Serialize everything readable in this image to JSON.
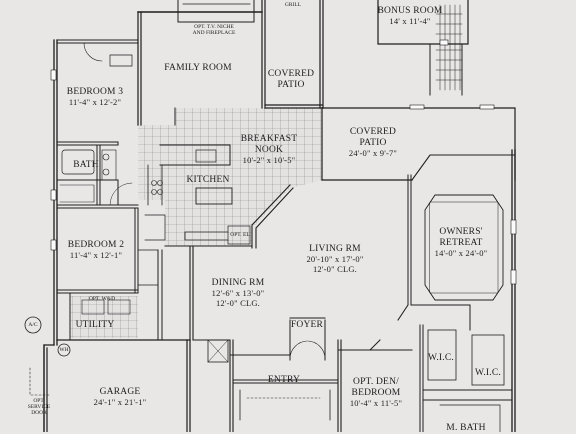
{
  "rooms": {
    "bonus": {
      "name": "BONUS ROOM",
      "dim": "14' x 11'-4\""
    },
    "family": {
      "name": "FAMILY ROOM"
    },
    "covered_patio_top": {
      "name_line1": "COVERED",
      "name_line2": "PATIO"
    },
    "bedroom3": {
      "name": "BEDROOM 3",
      "dim": "11'-4\" x 12'-2\""
    },
    "bath": {
      "name": "BATH"
    },
    "breakfast": {
      "name_line1": "BREAKFAST",
      "name_line2": "NOOK",
      "dim": "10'-2\" x 10'-5\""
    },
    "covered_patio_right": {
      "name_line1": "COVERED",
      "name_line2": "PATIO",
      "dim": "24'-0\" x 9'-7\""
    },
    "kitchen": {
      "name": "KITCHEN"
    },
    "owners": {
      "name_line1": "OWNERS'",
      "name_line2": "RETREAT",
      "dim": "14'-0\" x 24'-0\""
    },
    "bedroom2": {
      "name": "BEDROOM 2",
      "dim": "11'-4\" x 12'-1\""
    },
    "living": {
      "name": "LIVING RM",
      "dim": "20'-10\" x 17'-0\"",
      "clg": "12'-0\" CLG."
    },
    "dining": {
      "name": "DINING RM",
      "dim": "12'-6\" x 13'-0\"",
      "clg": "12'-0\" CLG."
    },
    "utility": {
      "name": "UTILITY"
    },
    "foyer": {
      "name": "FOYER"
    },
    "wic1": {
      "name": "W.I.C."
    },
    "wic2": {
      "name": "W.I.C."
    },
    "garage": {
      "name": "GARAGE",
      "dim": "24'-1\" x 21'-1\""
    },
    "entry": {
      "name": "ENTRY"
    },
    "den": {
      "name_line1": "OPT. DEN/",
      "name_line2": "BEDROOM",
      "dim": "10'-4\" x 11'-5\""
    },
    "mbath": {
      "name": "M. BATH"
    }
  },
  "notes": {
    "tv_niche_1": "OPT. T.V. NICHE",
    "tv_niche_2": "AND FIREPLACE",
    "grill": "GRILL",
    "opt_wd": "OPT. W&D",
    "opt_service_1": "OPT.",
    "opt_service_2": "SERVICE",
    "opt_service_3": "DOOR",
    "ac": "A/C",
    "wh": "WH",
    "opt_el": "OPT. EL"
  }
}
